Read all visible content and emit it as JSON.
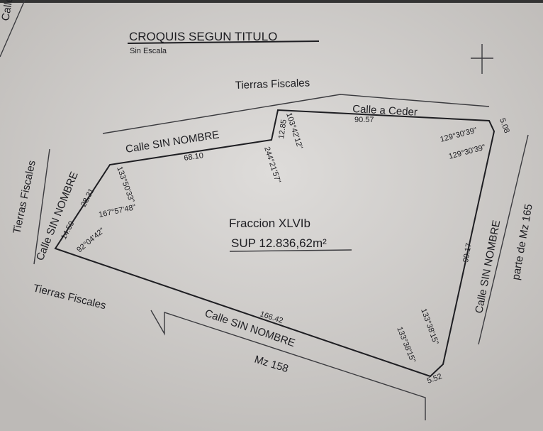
{
  "title": "CROQUIS SEGUN TITULO",
  "subtitle": "Sin Escala",
  "corner_text": "Calle",
  "parcel": {
    "name": "Fraccion XLVIb",
    "area": "SUP 12.836,62m²"
  },
  "surroundings": {
    "top": "Tierras Fiscales",
    "left": "Tierras Fiscales",
    "bottom_left": "Tierras Fiscales",
    "top_street": "Calle a Ceder",
    "top_left_street": "Calle SIN NOMBRE",
    "left_street": "Calle SIN NOMBRE",
    "bottom_street": "Calle SIN NOMBRE",
    "right_street": "Calle SIN NOMBRE",
    "right_block": "parte de  Mz 165",
    "bottom_block": "Mz 158"
  },
  "measures": {
    "top": "90.57",
    "top_left": "68.10",
    "step": "12.85",
    "left_upper": "28.31",
    "left_lower": "14.59",
    "right": "99.17",
    "bottom": "166.42",
    "corner_ne": "5.08",
    "corner_se": "5.52"
  },
  "angles": {
    "step_top": "103°42'12\"",
    "step_bottom": "244°21'57\"",
    "nw": "133°50'33\"",
    "w_mid": "167°57'48\"",
    "w_low": "92°04'42\"",
    "ne1": "129°30'39\"",
    "ne2": "129°30'39\"",
    "se1": "133°38'15\"",
    "se2": "133°38'15\""
  },
  "icons": {
    "compass": "north-arrow-icon"
  },
  "colors": {
    "paper": "#cfccc9",
    "ink": "#1e1e22"
  }
}
